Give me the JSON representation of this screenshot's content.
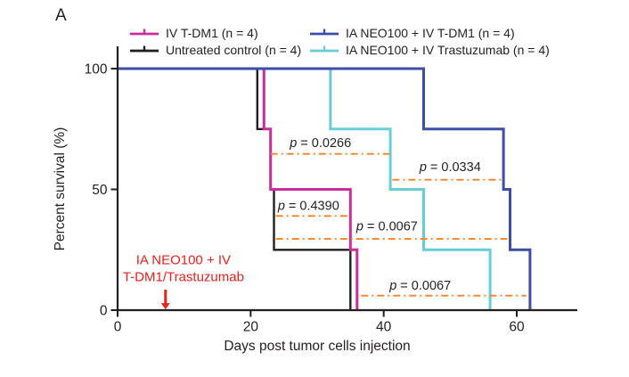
{
  "panel": {
    "label": "A"
  },
  "chart_data": {
    "type": "line",
    "subtype": "kaplan_meier_step",
    "title": "",
    "xlabel": "Days post tumor cells injection",
    "ylabel": "Percent survival (%)",
    "xlim": [
      0,
      69
    ],
    "ylim": [
      0,
      100
    ],
    "xticks": [
      0,
      20,
      40,
      60
    ],
    "yticks": [
      100,
      50,
      0
    ],
    "grid": false,
    "legend_position": "top",
    "axis_color": "#231f20",
    "series": [
      {
        "name": "IV T-DM1 (n = 4)",
        "color": "#c92d9c",
        "steps": [
          [
            0,
            100
          ],
          [
            22,
            100
          ],
          [
            22,
            75
          ],
          [
            23,
            75
          ],
          [
            23,
            50
          ],
          [
            35,
            50
          ],
          [
            35,
            25
          ],
          [
            36,
            25
          ],
          [
            36,
            0
          ]
        ]
      },
      {
        "name": "Untreated control (n = 4)",
        "color": "#231f20",
        "steps": [
          [
            0,
            100
          ],
          [
            21,
            100
          ],
          [
            21,
            75
          ],
          [
            23,
            75
          ],
          [
            23,
            50
          ],
          [
            23.5,
            50
          ],
          [
            23.5,
            25
          ],
          [
            35,
            25
          ],
          [
            35,
            0
          ]
        ]
      },
      {
        "name": "IA NEO100 + IV T-DM1 (n = 4)",
        "color": "#3d4ea6",
        "steps": [
          [
            0,
            100
          ],
          [
            46,
            100
          ],
          [
            46,
            75
          ],
          [
            58,
            75
          ],
          [
            58,
            50
          ],
          [
            59,
            50
          ],
          [
            59,
            25
          ],
          [
            62,
            25
          ],
          [
            62,
            0
          ]
        ]
      },
      {
        "name": "IA NEO100 + IV Trastuzumab (n = 4)",
        "color": "#69cdd8",
        "steps": [
          [
            0,
            100
          ],
          [
            32,
            100
          ],
          [
            32,
            75
          ],
          [
            41,
            75
          ],
          [
            41,
            50
          ],
          [
            46,
            50
          ],
          [
            46,
            25
          ],
          [
            56,
            25
          ],
          [
            56,
            0
          ]
        ]
      }
    ],
    "pvalue_annotations": [
      {
        "label": "p = 0.0266",
        "line_pct": 64.7,
        "from_day": 23,
        "to_day": 41,
        "label_day": 30.5,
        "label_pct": 69
      },
      {
        "label": "p = 0.0334",
        "line_pct": 54,
        "from_day": 41.3,
        "to_day": 57.7,
        "label_day": 50,
        "label_pct": 59
      },
      {
        "label": "p = 0.4390",
        "line_pct": 39,
        "from_day": 23.8,
        "to_day": 35,
        "label_day": 28.7,
        "label_pct": 43
      },
      {
        "label": "p = 0.0067",
        "line_pct": 29.5,
        "from_day": 23.8,
        "to_day": 58.6,
        "label_day": 40.5,
        "label_pct": 34.5
      },
      {
        "label": "p = 0.0067",
        "line_pct": 6,
        "from_day": 36.6,
        "to_day": 61.4,
        "label_day": 45.5,
        "label_pct": 10
      }
    ],
    "pvalue_line_color": "#f5822a",
    "treatment_annotation": {
      "lines": [
        "IA NEO100 + IV",
        "T-DM1/Trastuzumab"
      ],
      "color": "#e8211d",
      "arrow_day": 7.2
    }
  }
}
